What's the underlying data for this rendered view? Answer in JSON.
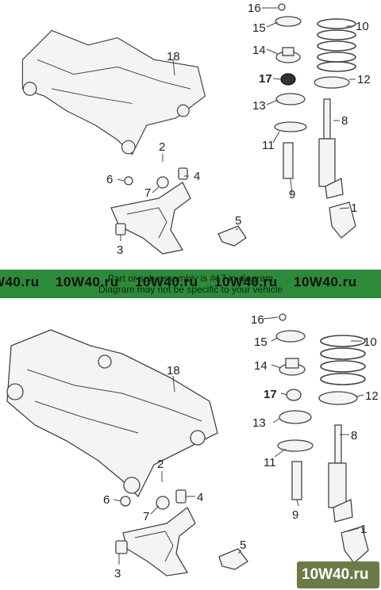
{
  "diagram": {
    "callouts": [
      "1",
      "2",
      "3",
      "4",
      "5",
      "6",
      "7",
      "8",
      "9",
      "10",
      "11",
      "12",
      "13",
      "14",
      "15",
      "16",
      "17",
      "18"
    ],
    "highlighted_part": "17"
  },
  "banner": {
    "watermark_text": "10W40.ru",
    "note_line_1": "Part or sub-assembly is #17 in diagram",
    "note_line_2": "Diagram may not be specific to your vehicle"
  },
  "colors": {
    "banner": "#2d8a3a",
    "line_art": "#444444",
    "highlight": "#222222"
  }
}
